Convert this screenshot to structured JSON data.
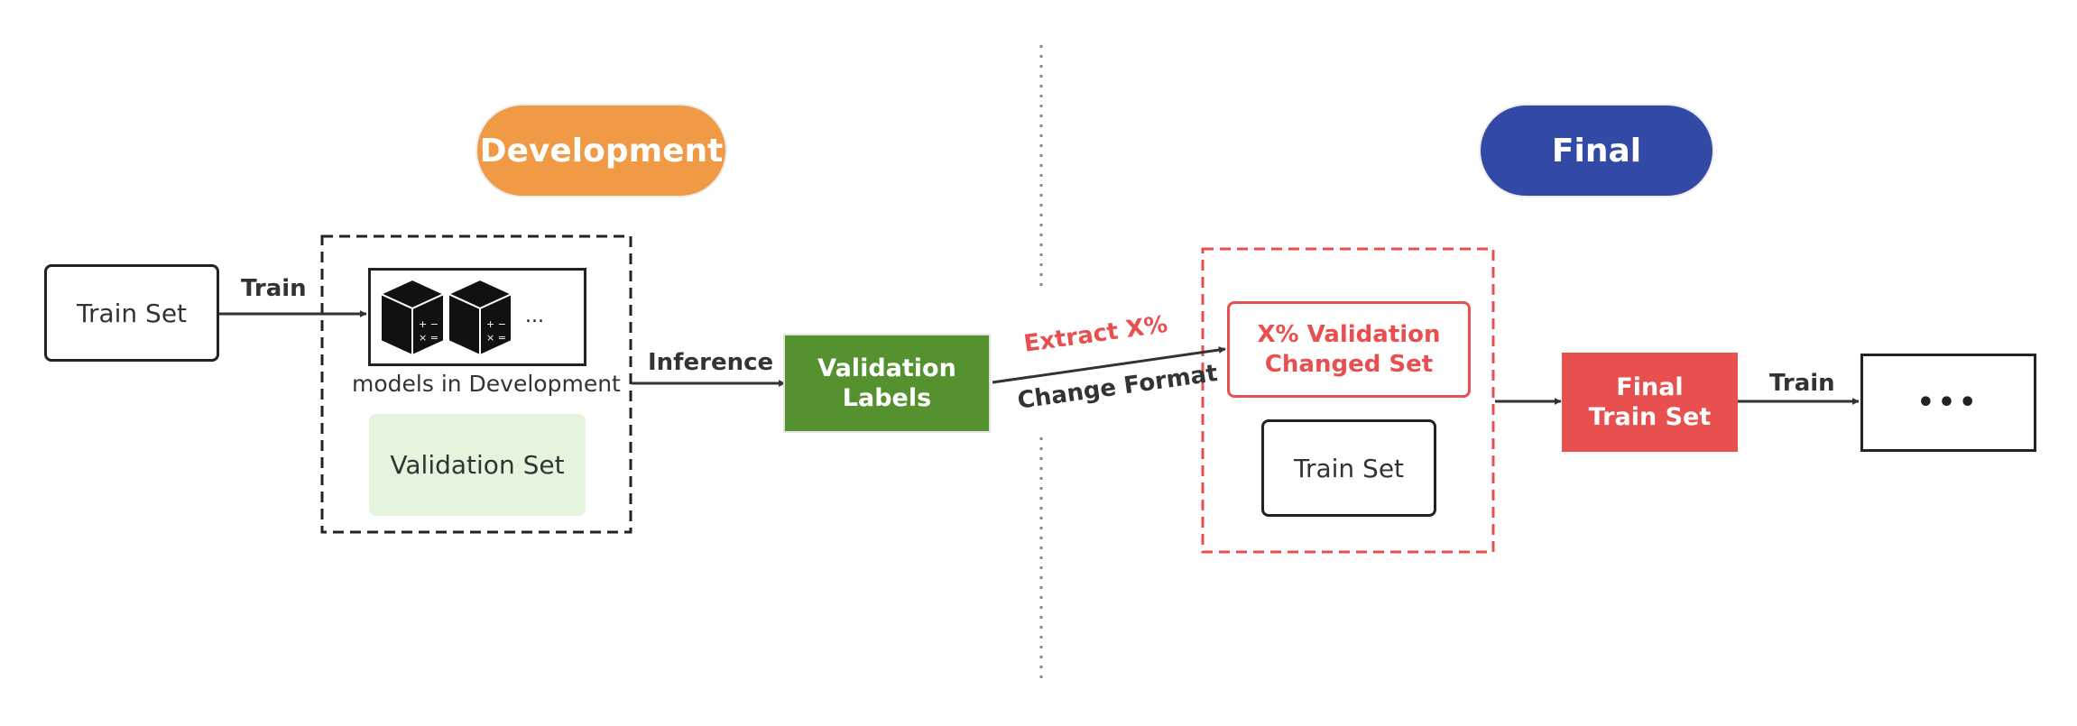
{
  "sections": {
    "development": {
      "label": "Development",
      "color": "#f19a45"
    },
    "final": {
      "label": "Final",
      "color": "#3349a6"
    }
  },
  "nodes": {
    "train_set_left": "Train Set",
    "models_ellipsis": "...",
    "models_caption": "models in Development",
    "validation_set": "Validation Set",
    "validation_labels": [
      "Validation",
      "Labels"
    ],
    "changed_set": [
      "X% Validation",
      "Changed Set"
    ],
    "train_set_right": "Train Set",
    "final_train_set": [
      "Final",
      "Train Set"
    ],
    "output_ellipsis": "•••"
  },
  "edges": {
    "train_1": "Train",
    "inference": "Inference",
    "extract": "Extract X%",
    "change_format": "Change Format",
    "train_2": "Train"
  },
  "colors": {
    "validation_labels_fill": "#55912f",
    "validation_set_fill": "#e5f5dd",
    "accent_red": "#e85050",
    "dark": "#222222"
  },
  "icons": {
    "model": "cube-icon"
  }
}
